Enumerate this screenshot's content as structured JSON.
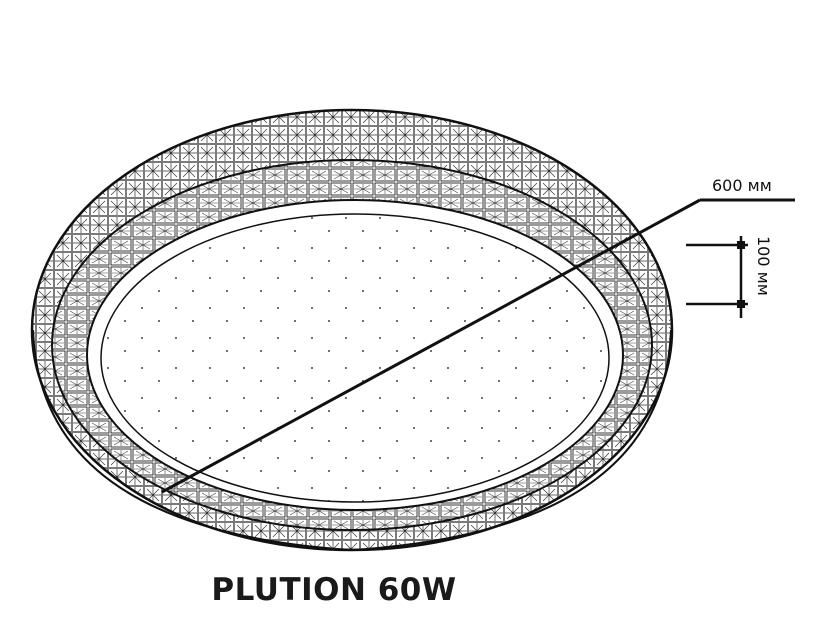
{
  "diagram": {
    "product_name": "PLUTION 60W",
    "diameter_label": "600 мм",
    "height_label": "100 мм"
  },
  "colors": {
    "line": "#111111",
    "pattern": "#333333",
    "background": "#ffffff"
  }
}
